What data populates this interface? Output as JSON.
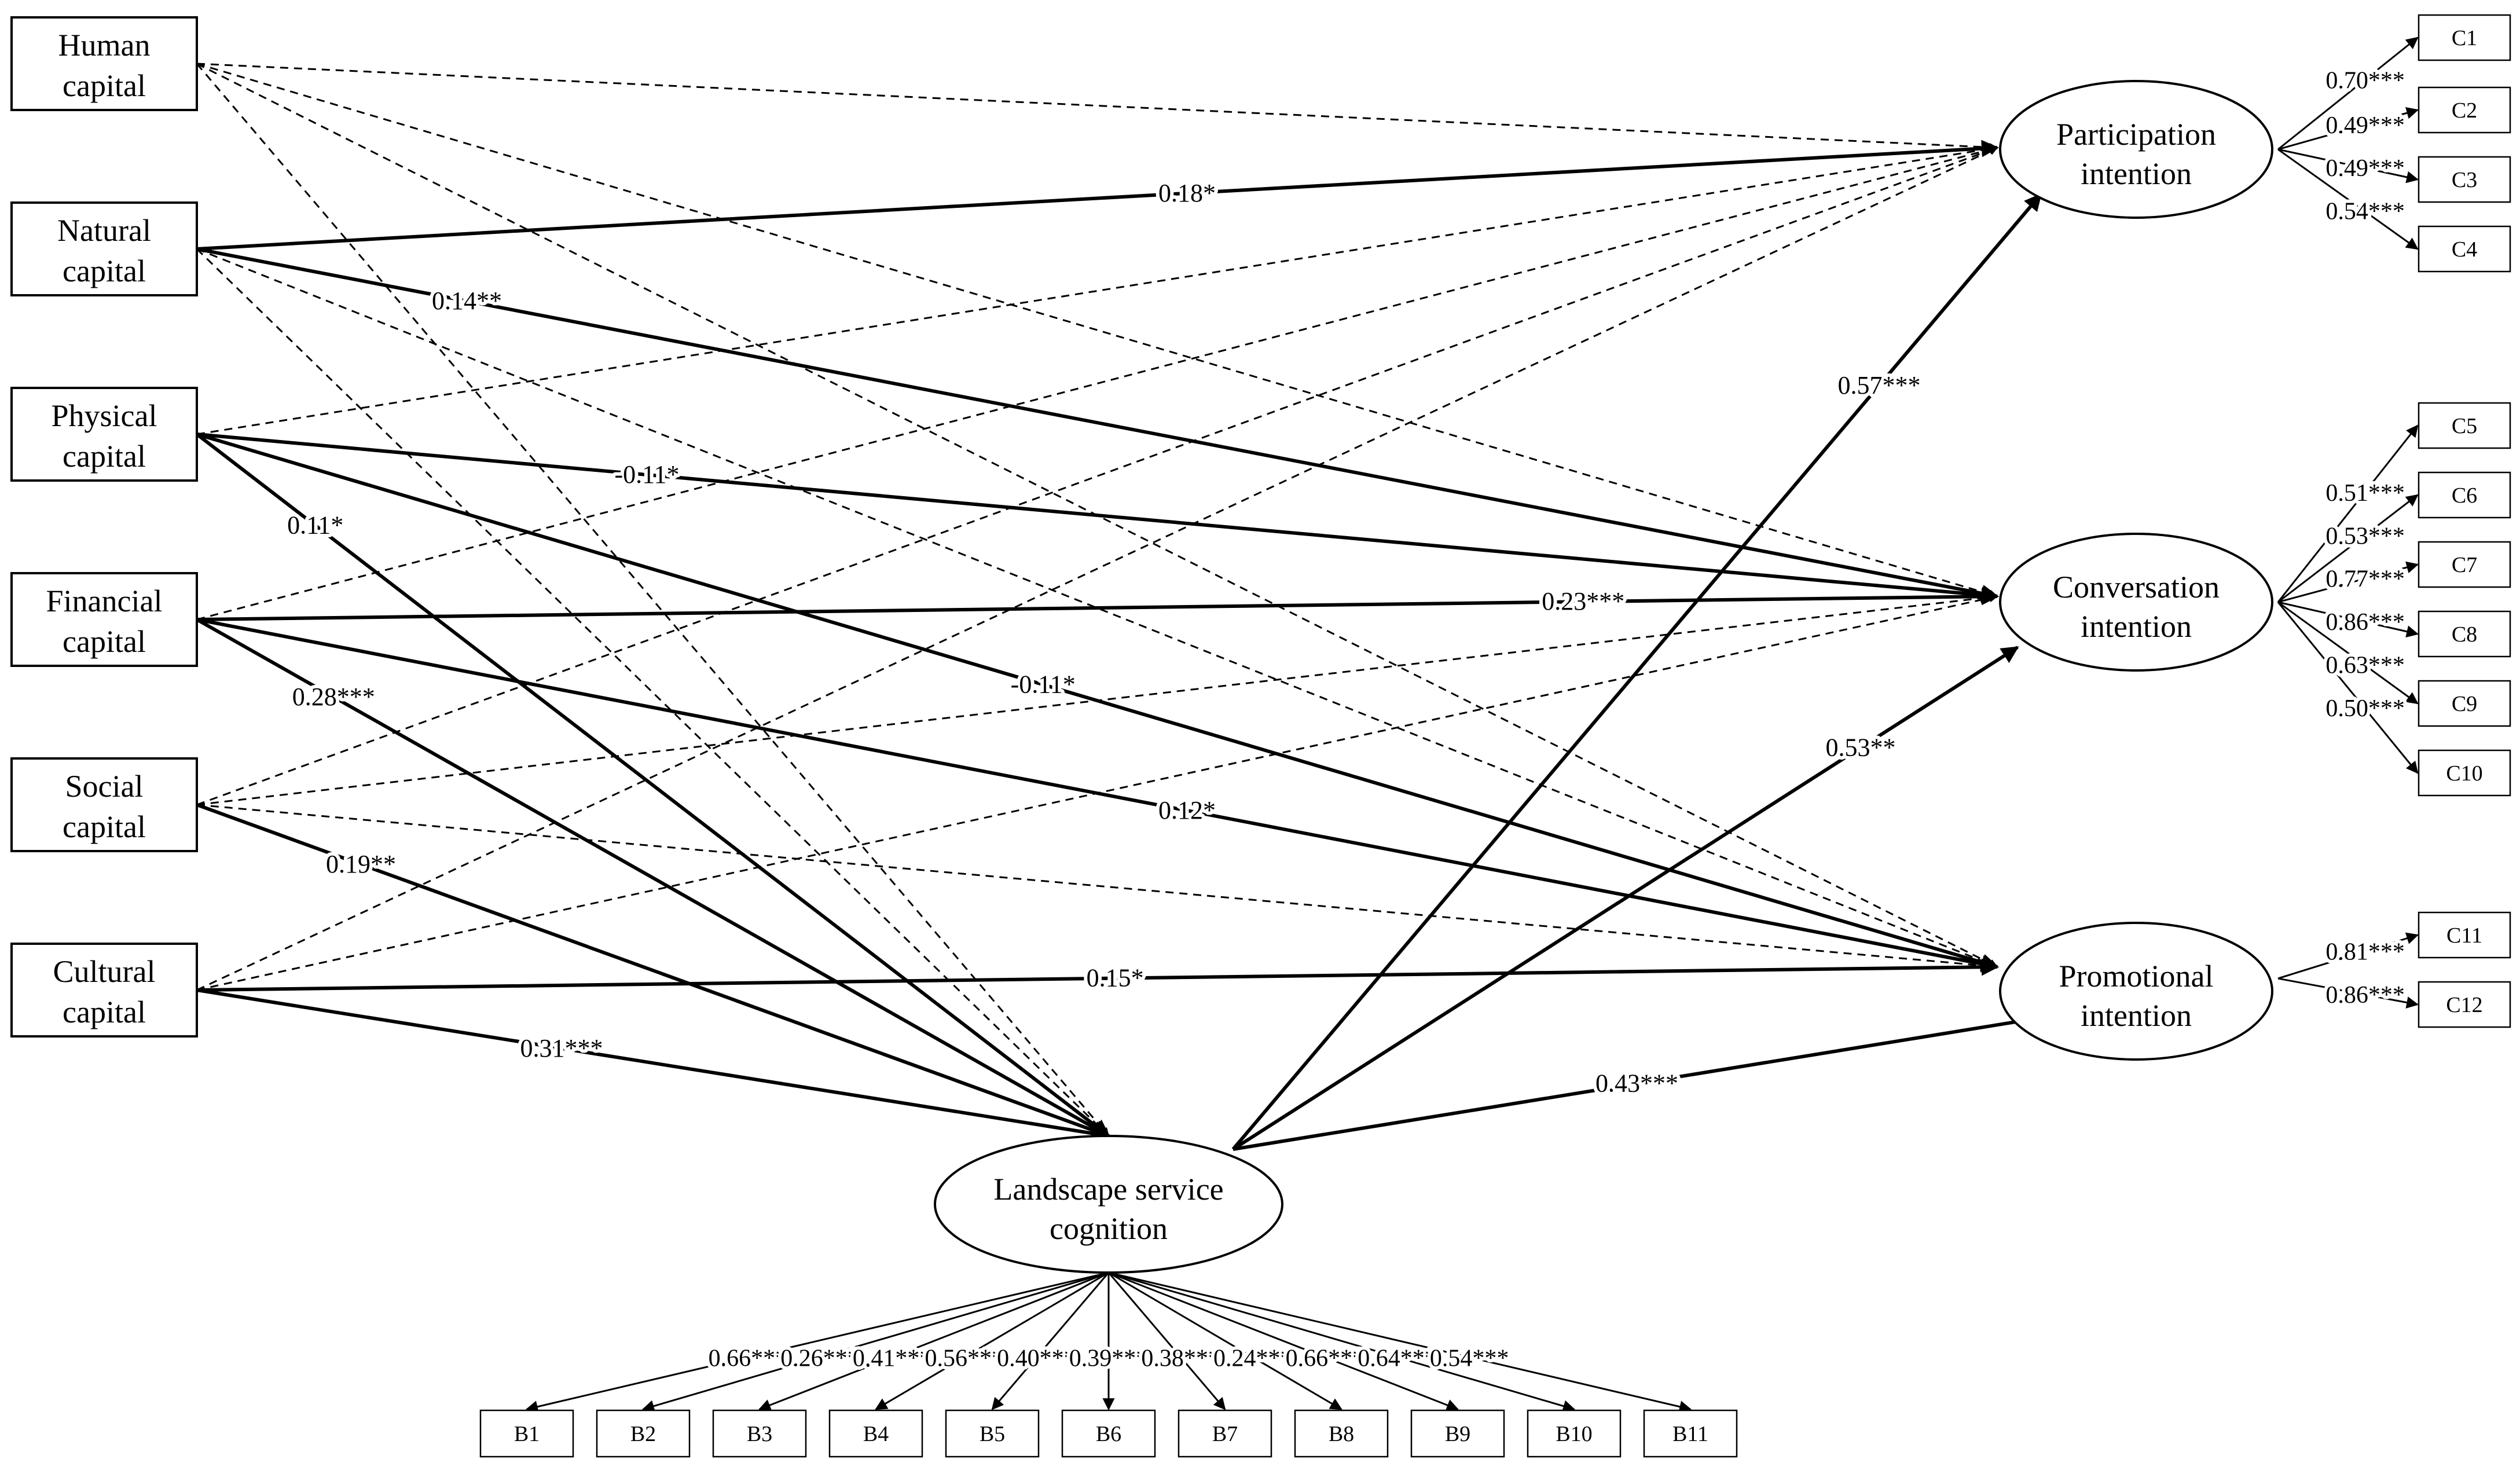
{
  "capitals": [
    {
      "id": "human",
      "line1": "Human",
      "line2": "capital"
    },
    {
      "id": "natural",
      "line1": "Natural",
      "line2": "capital"
    },
    {
      "id": "physical",
      "line1": "Physical",
      "line2": "capital"
    },
    {
      "id": "financial",
      "line1": "Financial",
      "line2": "capital"
    },
    {
      "id": "social",
      "line1": "Social",
      "line2": "capital"
    },
    {
      "id": "cultural",
      "line1": "Cultural",
      "line2": "capital"
    }
  ],
  "mediator": {
    "id": "lsc",
    "line1": "Landscape service",
    "line2": "cognition"
  },
  "intentions": [
    {
      "id": "participation",
      "line1": "Participation",
      "line2": "intention"
    },
    {
      "id": "conversation",
      "line1": "Conversation",
      "line2": "intention"
    },
    {
      "id": "promotional",
      "line1": "Promotional",
      "line2": "intention"
    }
  ],
  "significant_paths": [
    {
      "from": "natural",
      "to": "participation",
      "label": "0.18*"
    },
    {
      "from": "natural",
      "to": "conversation",
      "label": "0.14**"
    },
    {
      "from": "physical",
      "to": "conversation",
      "label": "-0.11*"
    },
    {
      "from": "physical",
      "to": "promotional",
      "label": "-0.11*"
    },
    {
      "from": "physical",
      "to": "lsc",
      "label": "0.11*"
    },
    {
      "from": "financial",
      "to": "conversation",
      "label": "0.23***"
    },
    {
      "from": "financial",
      "to": "promotional",
      "label": "0.12*"
    },
    {
      "from": "financial",
      "to": "lsc",
      "label": "0.28***"
    },
    {
      "from": "social",
      "to": "lsc",
      "label": "0.19**"
    },
    {
      "from": "cultural",
      "to": "promotional",
      "label": "0.15*"
    },
    {
      "from": "cultural",
      "to": "lsc",
      "label": "0.31***"
    },
    {
      "from": "lsc",
      "to": "participation",
      "label": "0.57***"
    },
    {
      "from": "lsc",
      "to": "conversation",
      "label": "0.53**"
    },
    {
      "from": "lsc",
      "to": "promotional",
      "label": "0.43***"
    }
  ],
  "nonsignificant_paths": [
    {
      "from": "human",
      "to": "participation"
    },
    {
      "from": "human",
      "to": "conversation"
    },
    {
      "from": "human",
      "to": "promotional"
    },
    {
      "from": "human",
      "to": "lsc"
    },
    {
      "from": "natural",
      "to": "promotional"
    },
    {
      "from": "natural",
      "to": "lsc"
    },
    {
      "from": "physical",
      "to": "participation"
    },
    {
      "from": "financial",
      "to": "participation"
    },
    {
      "from": "social",
      "to": "participation"
    },
    {
      "from": "social",
      "to": "conversation"
    },
    {
      "from": "social",
      "to": "promotional"
    },
    {
      "from": "cultural",
      "to": "participation"
    },
    {
      "from": "cultural",
      "to": "conversation"
    }
  ],
  "b_indicators": [
    {
      "name": "B1",
      "loading": "0.66***"
    },
    {
      "name": "B2",
      "loading": "0.26***"
    },
    {
      "name": "B3",
      "loading": "0.41***"
    },
    {
      "name": "B4",
      "loading": "0.56***"
    },
    {
      "name": "B5",
      "loading": "0.40***"
    },
    {
      "name": "B6",
      "loading": "0.39***"
    },
    {
      "name": "B7",
      "loading": "0.38***"
    },
    {
      "name": "B8",
      "loading": "0.24***"
    },
    {
      "name": "B9",
      "loading": "0.66***"
    },
    {
      "name": "B10",
      "loading": "0.64***"
    },
    {
      "name": "B11",
      "loading": "0.54***"
    }
  ],
  "c_indicators": [
    {
      "name": "C1",
      "factor": "participation",
      "loading": "0.70***"
    },
    {
      "name": "C2",
      "factor": "participation",
      "loading": "0.49***"
    },
    {
      "name": "C3",
      "factor": "participation",
      "loading": "0.49***"
    },
    {
      "name": "C4",
      "factor": "participation",
      "loading": "0.54***"
    },
    {
      "name": "C5",
      "factor": "conversation",
      "loading": "0.51***"
    },
    {
      "name": "C6",
      "factor": "conversation",
      "loading": "0.53***"
    },
    {
      "name": "C7",
      "factor": "conversation",
      "loading": "0.77***"
    },
    {
      "name": "C8",
      "factor": "conversation",
      "loading": "0.86***"
    },
    {
      "name": "C9",
      "factor": "conversation",
      "loading": "0.63***"
    },
    {
      "name": "C10",
      "factor": "conversation",
      "loading": "0.50***"
    },
    {
      "name": "C11",
      "factor": "promotional",
      "loading": "0.81***"
    },
    {
      "name": "C12",
      "factor": "promotional",
      "loading": "0.86***"
    }
  ]
}
